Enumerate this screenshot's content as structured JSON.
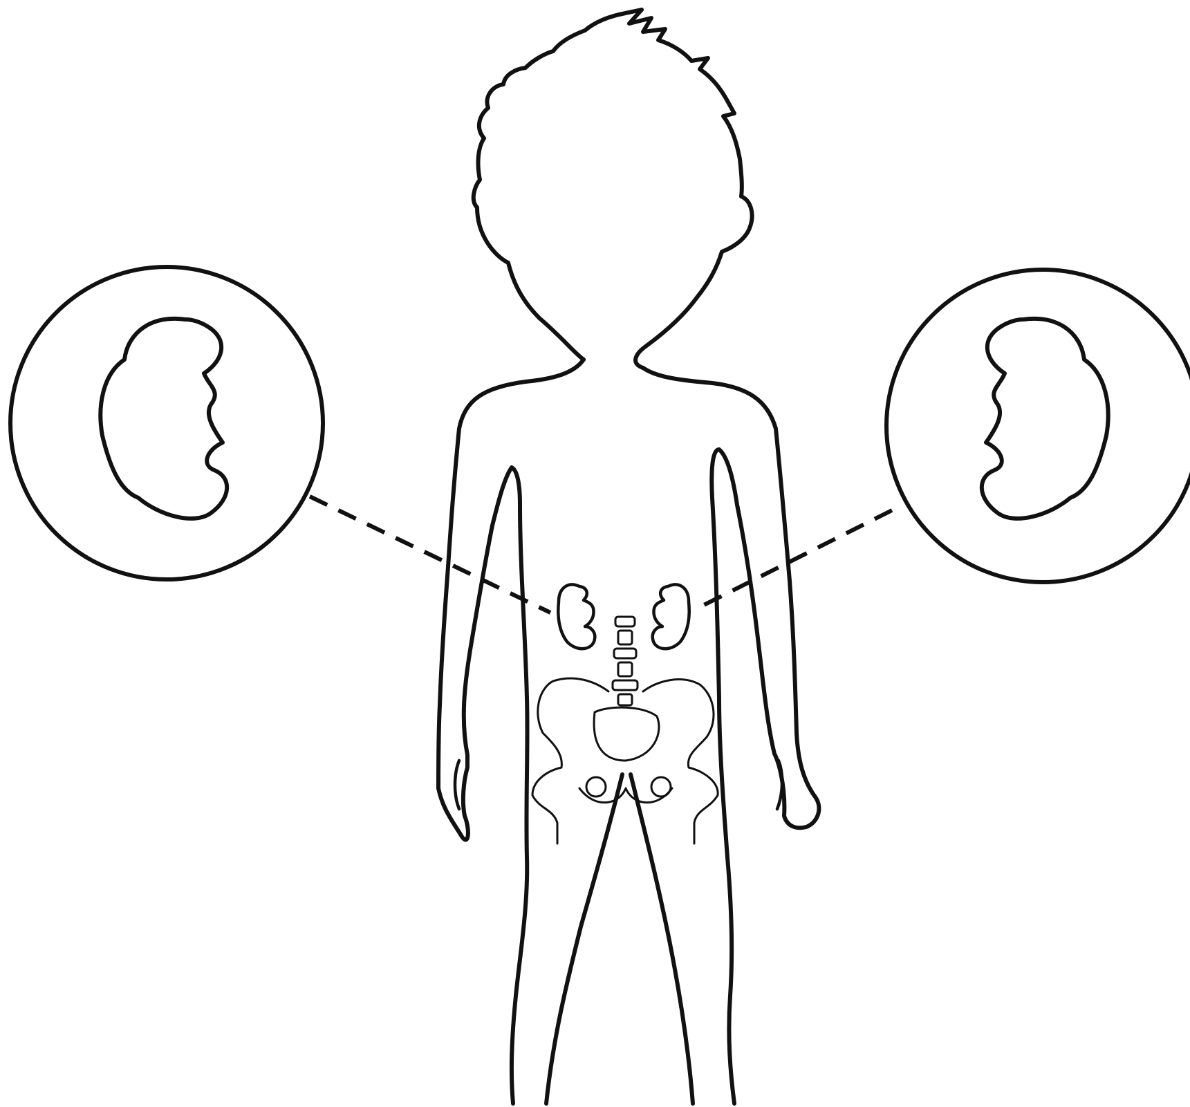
{
  "figure": {
    "subject": "child-body-outline",
    "callouts": [
      {
        "icon": "kidney-icon",
        "side": "left"
      },
      {
        "icon": "kidney-icon",
        "side": "right"
      }
    ],
    "colors": {
      "stroke": "#111111",
      "background": "#ffffff"
    }
  }
}
